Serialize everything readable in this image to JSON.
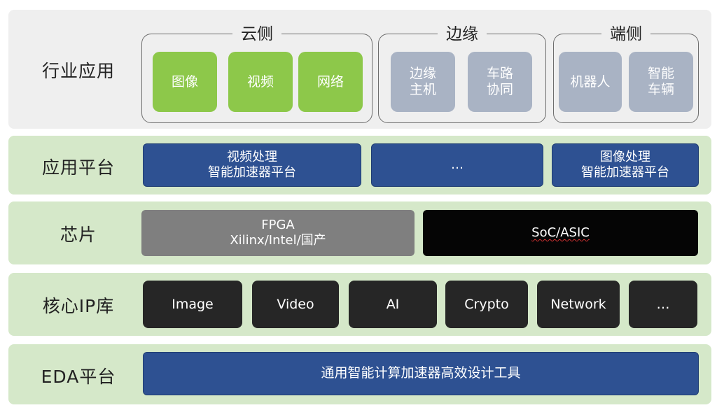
{
  "rows": {
    "industry": {
      "label": "行业应用"
    },
    "platform": {
      "label": "应用平台"
    },
    "chip": {
      "label": "芯片"
    },
    "ip": {
      "label": "核心IP库"
    },
    "eda": {
      "label": "EDA平台"
    }
  },
  "industry_groups": [
    {
      "title": "云侧",
      "tiles": [
        "图像",
        "视频",
        "网络"
      ]
    },
    {
      "title": "边缘",
      "tiles": [
        "边缘\n主机",
        "车路\n协同"
      ]
    },
    {
      "title": "端侧",
      "tiles": [
        "机器人",
        "智能\n车辆"
      ]
    }
  ],
  "platform_items": [
    "视频处理\n智能加速器平台",
    "…",
    "图像处理\n智能加速器平台"
  ],
  "chip_items": [
    "FPGA\nXilinx/Intel/国产",
    "SoC/ASIC"
  ],
  "ip_items": [
    "Image",
    "Video",
    "AI",
    "Crypto",
    "Network",
    "…"
  ],
  "eda_item": "通用智能计算加速器高效设计工具",
  "colors": {
    "industry_band": "#efefef",
    "green_band": "#d5e8c9",
    "cloud_tile": "#8dc84a",
    "edge_tile": "#a9b3c4",
    "platform_bar": "#2e5192",
    "fpga_bar": "#7f7f7f",
    "asic_bar": "#050505",
    "ip_box": "#262626"
  }
}
